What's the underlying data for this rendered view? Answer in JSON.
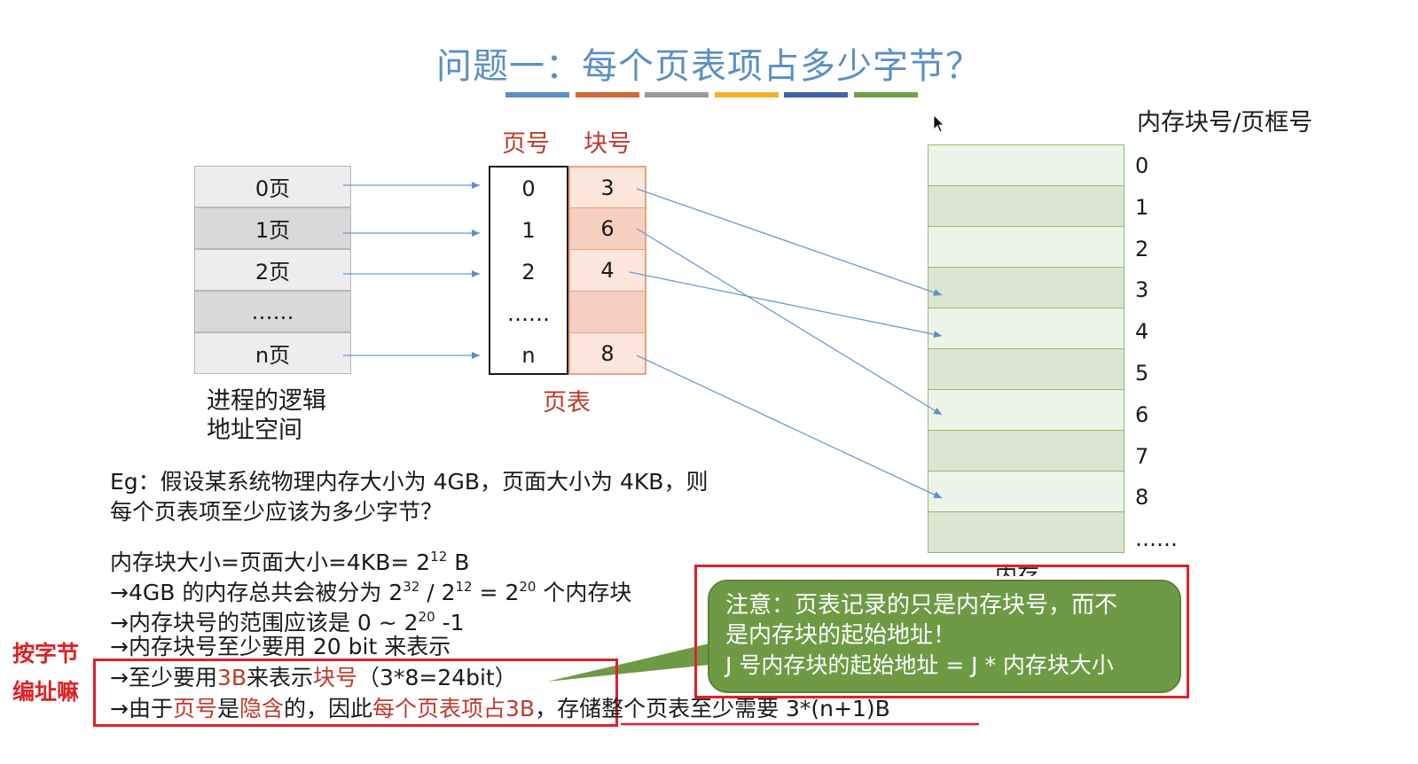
{
  "title": "问题一：每个页表项占多少字节？",
  "title_bar_colors": [
    "#5b8fc7",
    "#d2693b",
    "#9a9a9a",
    "#f0b32b",
    "#3f63a8",
    "#6ea345"
  ],
  "logical_space": {
    "rows": [
      "0页",
      "1页",
      "2页",
      "……",
      "n页"
    ],
    "caption_line1": "进程的逻辑",
    "caption_line2": "地址空间"
  },
  "page_table": {
    "header_page": "页号",
    "header_block": "块号",
    "page_numbers": [
      "0",
      "1",
      "2",
      "……",
      "n"
    ],
    "block_numbers": [
      "3",
      "6",
      "4",
      "",
      "8"
    ],
    "caption": "页表"
  },
  "memory": {
    "header": "内存块号/页框号",
    "labels": [
      "0",
      "1",
      "2",
      "3",
      "4",
      "5",
      "6",
      "7",
      "8",
      "……"
    ],
    "caption": "内存"
  },
  "example": {
    "line1": "Eg：假设某系统物理内存大小为 4GB，页面大小为 4KB，则",
    "line2": "每个页表项至少应该为多少字节？",
    "calc1": "内存块大小=页面大小=4KB= 2",
    "calc1_exp": "12",
    "calc1_tail": " B",
    "calc2_a": "→4GB 的内存总共会被分为 2",
    "calc2_exp1": "32",
    "calc2_b": " / 2",
    "calc2_exp2": "12",
    "calc2_c": " = 2",
    "calc2_exp3": "20",
    "calc2_d": " 个内存块",
    "calc3_a": "→内存块号的范围应该是 0 ~ 2",
    "calc3_exp": "20",
    "calc3_b": " -1",
    "calc4": "→内存块号至少要用 20 bit 来表示",
    "calc5_a": "→至少要用",
    "calc5_b": "3B",
    "calc5_c": "来表示",
    "calc5_d": "块号",
    "calc5_e": "（3*8=24bit）",
    "calc6_a": "→由于",
    "calc6_b": "页号",
    "calc6_c": "是",
    "calc6_d": "隐含",
    "calc6_e": "的，因此",
    "calc6_f": "每个页表项占3B",
    "calc6_g": "，存储整个页表至少需要 3*(n+1)B"
  },
  "side_note": "按字节编址嘛",
  "callout": {
    "line1": "注意：页表记录的只是内存块号，而不",
    "line2": "是内存块的起始地址！",
    "line3": "J 号内存块的起始地址 = J * 内存块大小"
  },
  "colors": {
    "title": "#5b8fc7",
    "highlight_red": "#c0392b",
    "annotation_red": "#e0202a",
    "callout_green": "#6e9a45",
    "block_col_bg": "#fbe3d9",
    "memory_bg_light": "#eef3e8",
    "memory_bg_dark": "#dce6d3"
  }
}
